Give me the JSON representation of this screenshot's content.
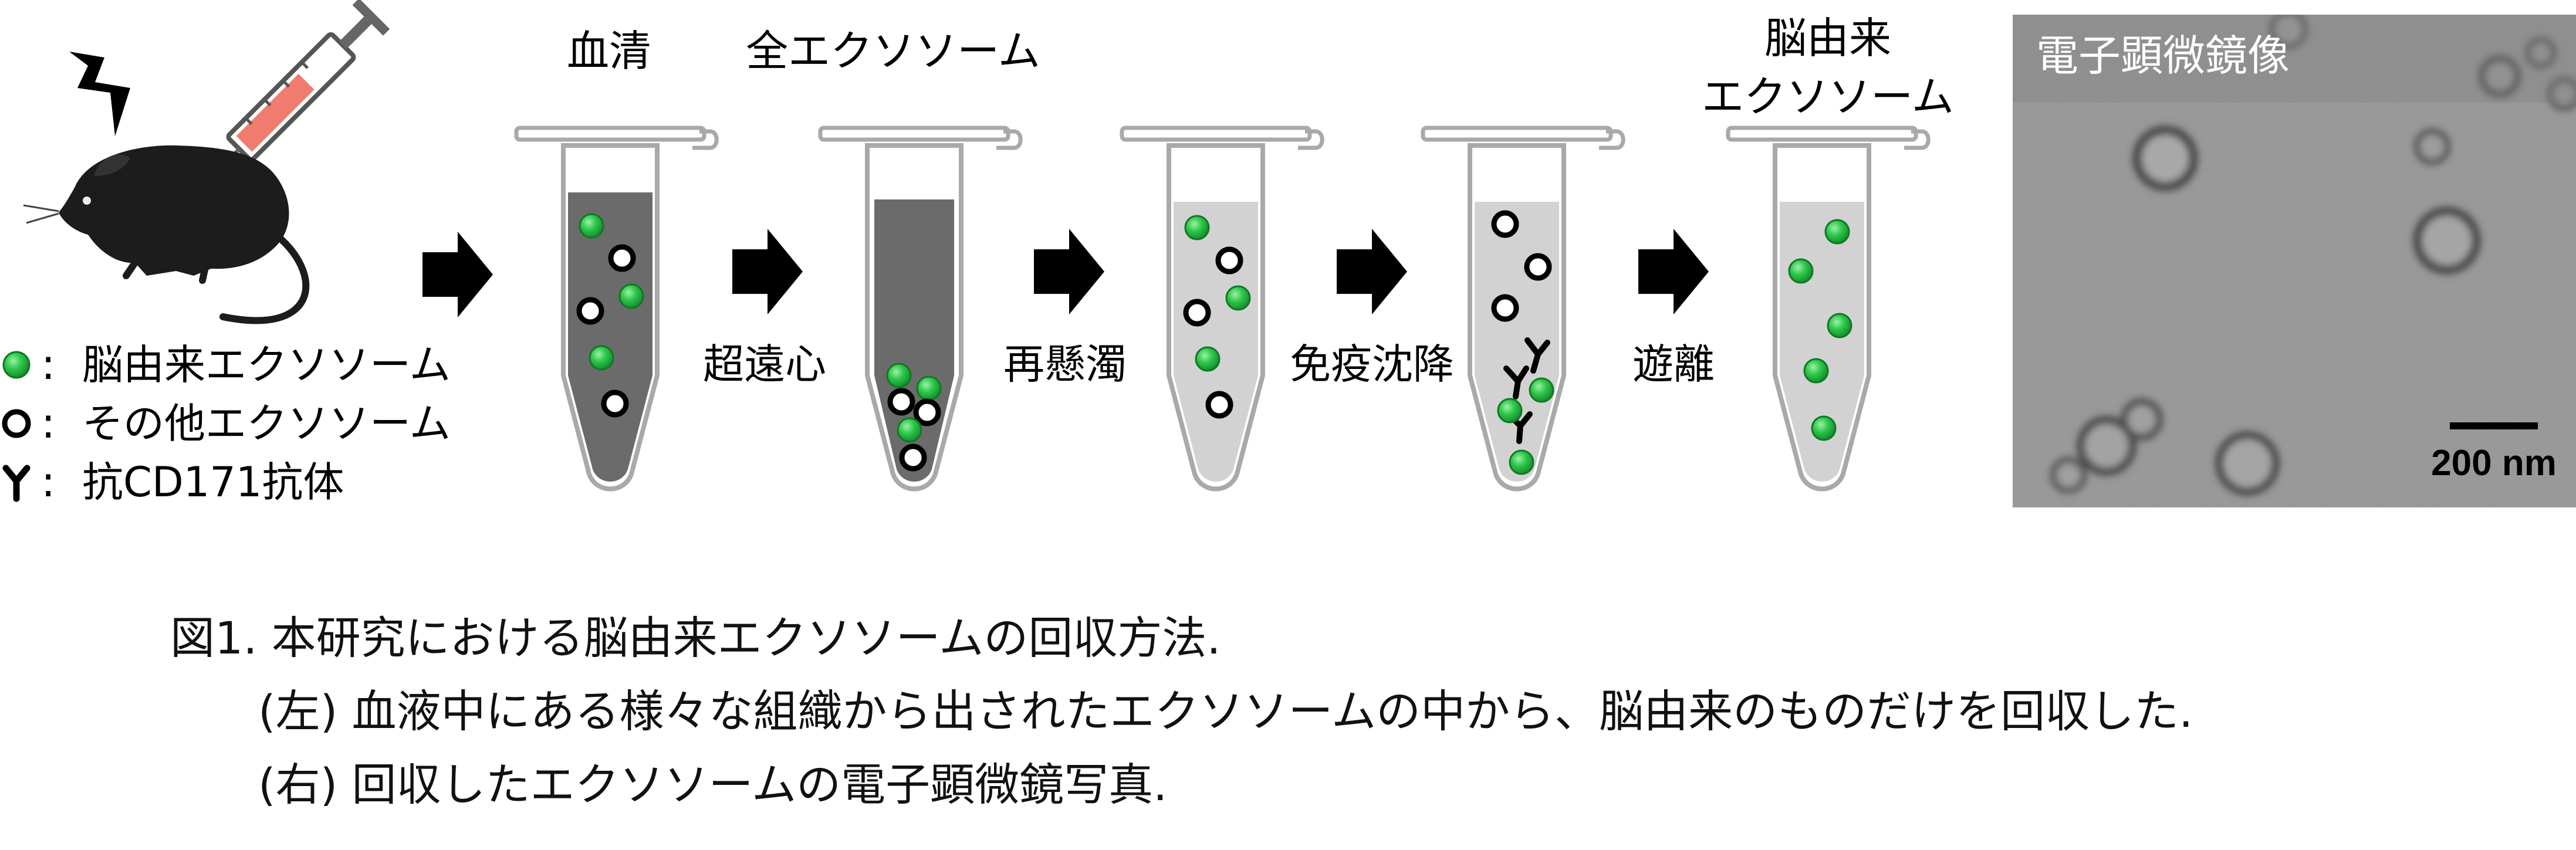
{
  "step_labels": {
    "serum": "血清",
    "all_exosomes": "全エクソソーム",
    "brain_exosomes_line1": "脳由来",
    "brain_exosomes_line2": "エクソソーム"
  },
  "process_labels": {
    "ultracentrifugation": "超遠心",
    "resuspension": "再懸濁",
    "immunoprecipitation": "免疫沈降",
    "dissociation": "遊離"
  },
  "legend": [
    {
      "symbol": "green-dot",
      "separator": ":",
      "label": "脳由来エクソソーム"
    },
    {
      "symbol": "open-circle",
      "separator": ":",
      "label": "その他エクソソーム"
    },
    {
      "symbol": "antibody-y",
      "separator": ":",
      "label": "抗CD171抗体"
    }
  ],
  "em_image": {
    "title": "電子顕微鏡像",
    "scale_bar": "200 nm"
  },
  "caption": {
    "title": "図1. 本研究における脳由来エクソソームの回収方法.",
    "left_note": "(左) 血液中にある様々な組織から出されたエクソソームの中から、脳由来のものだけを回収した.",
    "right_note": "(右) 回収したエクソソームの電子顕微鏡写真."
  },
  "colors": {
    "green": "#2ec84a",
    "dark_fluid": "#6b6b6b",
    "light_fluid": "#d2d2d2",
    "tube_outline": "#a9a9a9",
    "em_background": "#8f8f8f"
  },
  "icons": [
    "lightning-icon",
    "syringe-icon",
    "rat-icon",
    "arrow-icon"
  ]
}
